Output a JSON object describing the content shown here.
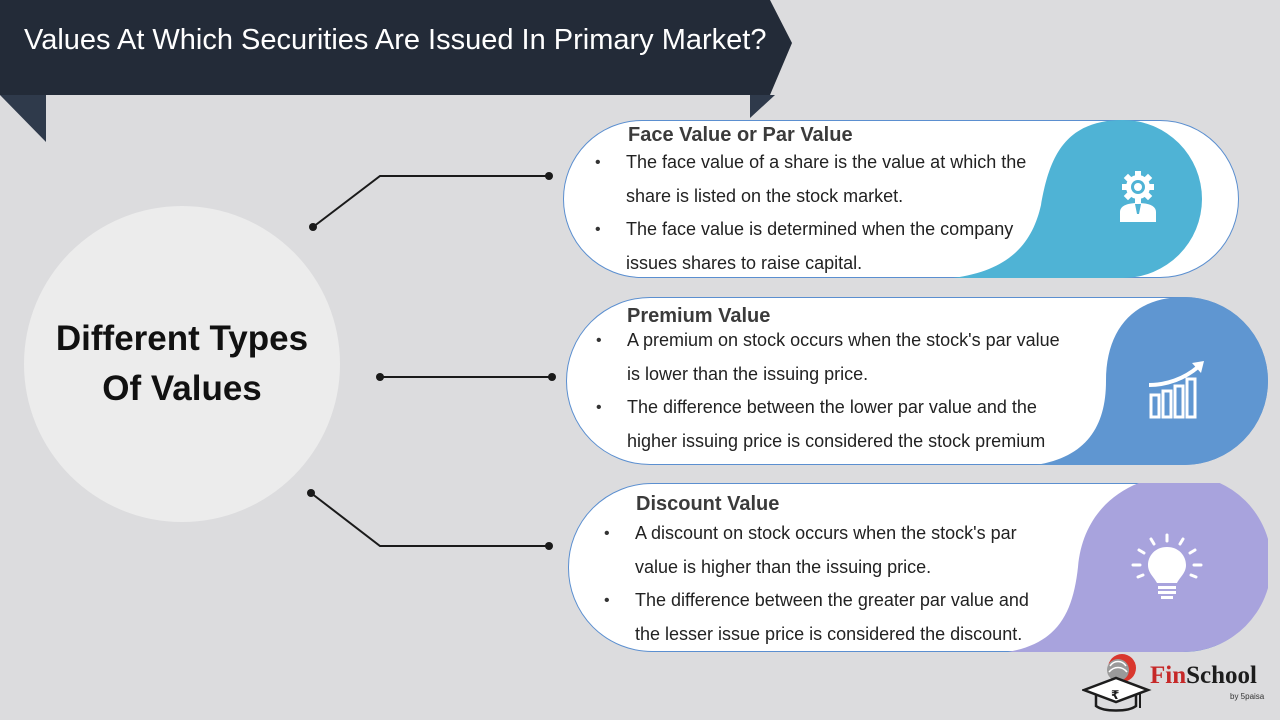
{
  "header": {
    "title": "Values At Which Securities Are Issued In Primary Market?"
  },
  "center": {
    "line1": "Different Types",
    "line2": "Of Values"
  },
  "cards": [
    {
      "title": "Face Value or Par Value",
      "bullets": [
        "The face value of a share is the value at which the",
        "share is listed on the stock market.",
        "The face value is determined when the company",
        "issues shares to raise capital."
      ],
      "icon": "engineer-gear-icon",
      "color": "#4fb3d5"
    },
    {
      "title": "Premium Value",
      "bullets": [
        "A premium on stock occurs when the stock's par value",
        "is lower than the issuing price.",
        "The difference between the lower par value and the",
        "higher issuing price is considered the stock premium"
      ],
      "icon": "growth-chart-icon",
      "color": "#5f96d1"
    },
    {
      "title": "Discount Value",
      "bullets": [
        "A discount on stock occurs when the stock's par",
        "value is higher than the issuing price.",
        "The difference between the greater par value and",
        "the lesser issue price is considered the discount."
      ],
      "icon": "lightbulb-icon",
      "color": "#a8a3dd"
    }
  ],
  "logo": {
    "fin": "Fin",
    "school": "School",
    "sub": "by 5paisa"
  },
  "colors": {
    "banner": "#232b38",
    "background": "#dcdcde"
  }
}
